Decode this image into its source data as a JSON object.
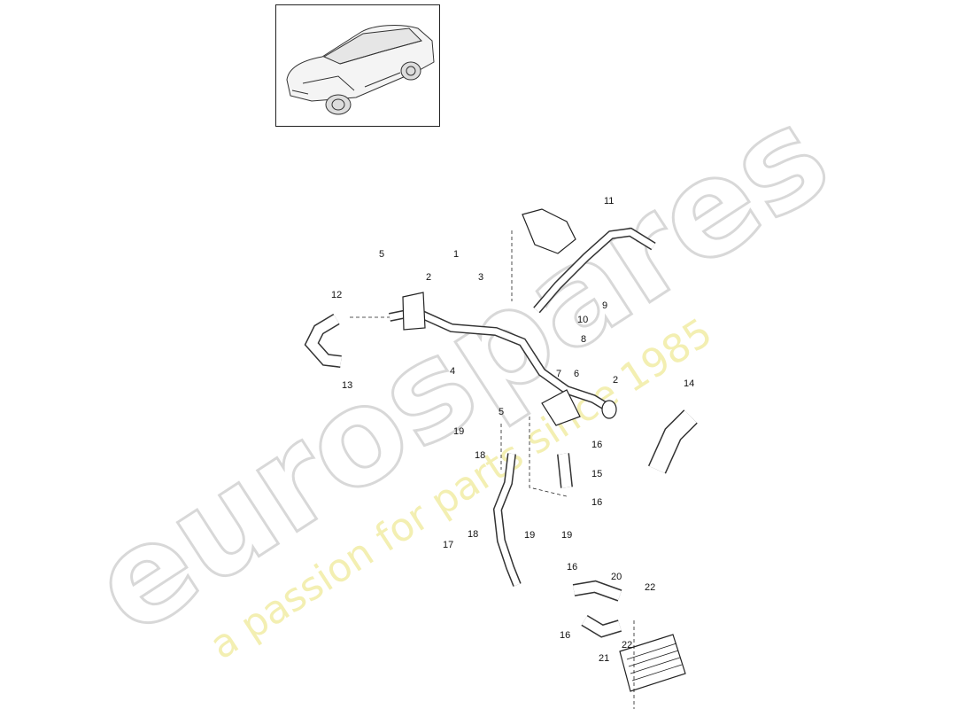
{
  "watermark": {
    "brand": "eurospares",
    "tagline": "a passion for parts since 1985",
    "brand_color": "#d8d8d8",
    "tagline_color": "#f3efb2"
  },
  "thumbnail": {
    "icon": "car-thumbnail-icon"
  },
  "callouts": {
    "c1": "1",
    "c2a": "2",
    "c2b": "2",
    "c3": "3",
    "c4": "4",
    "c5a": "5",
    "c5b": "5",
    "c6": "6",
    "c7": "7",
    "c8": "8",
    "c9": "9",
    "c10": "10",
    "c11": "11",
    "c12": "12",
    "c13": "13",
    "c14": "14",
    "c15": "15",
    "c16a": "16",
    "c16b": "16",
    "c16c": "16",
    "c16d": "16",
    "c17": "17",
    "c18a": "18",
    "c18b": "18",
    "c19a": "19",
    "c19b": "19",
    "c19c": "19",
    "c20": "20",
    "c21": "21",
    "c22a": "22",
    "c22b": "22"
  }
}
